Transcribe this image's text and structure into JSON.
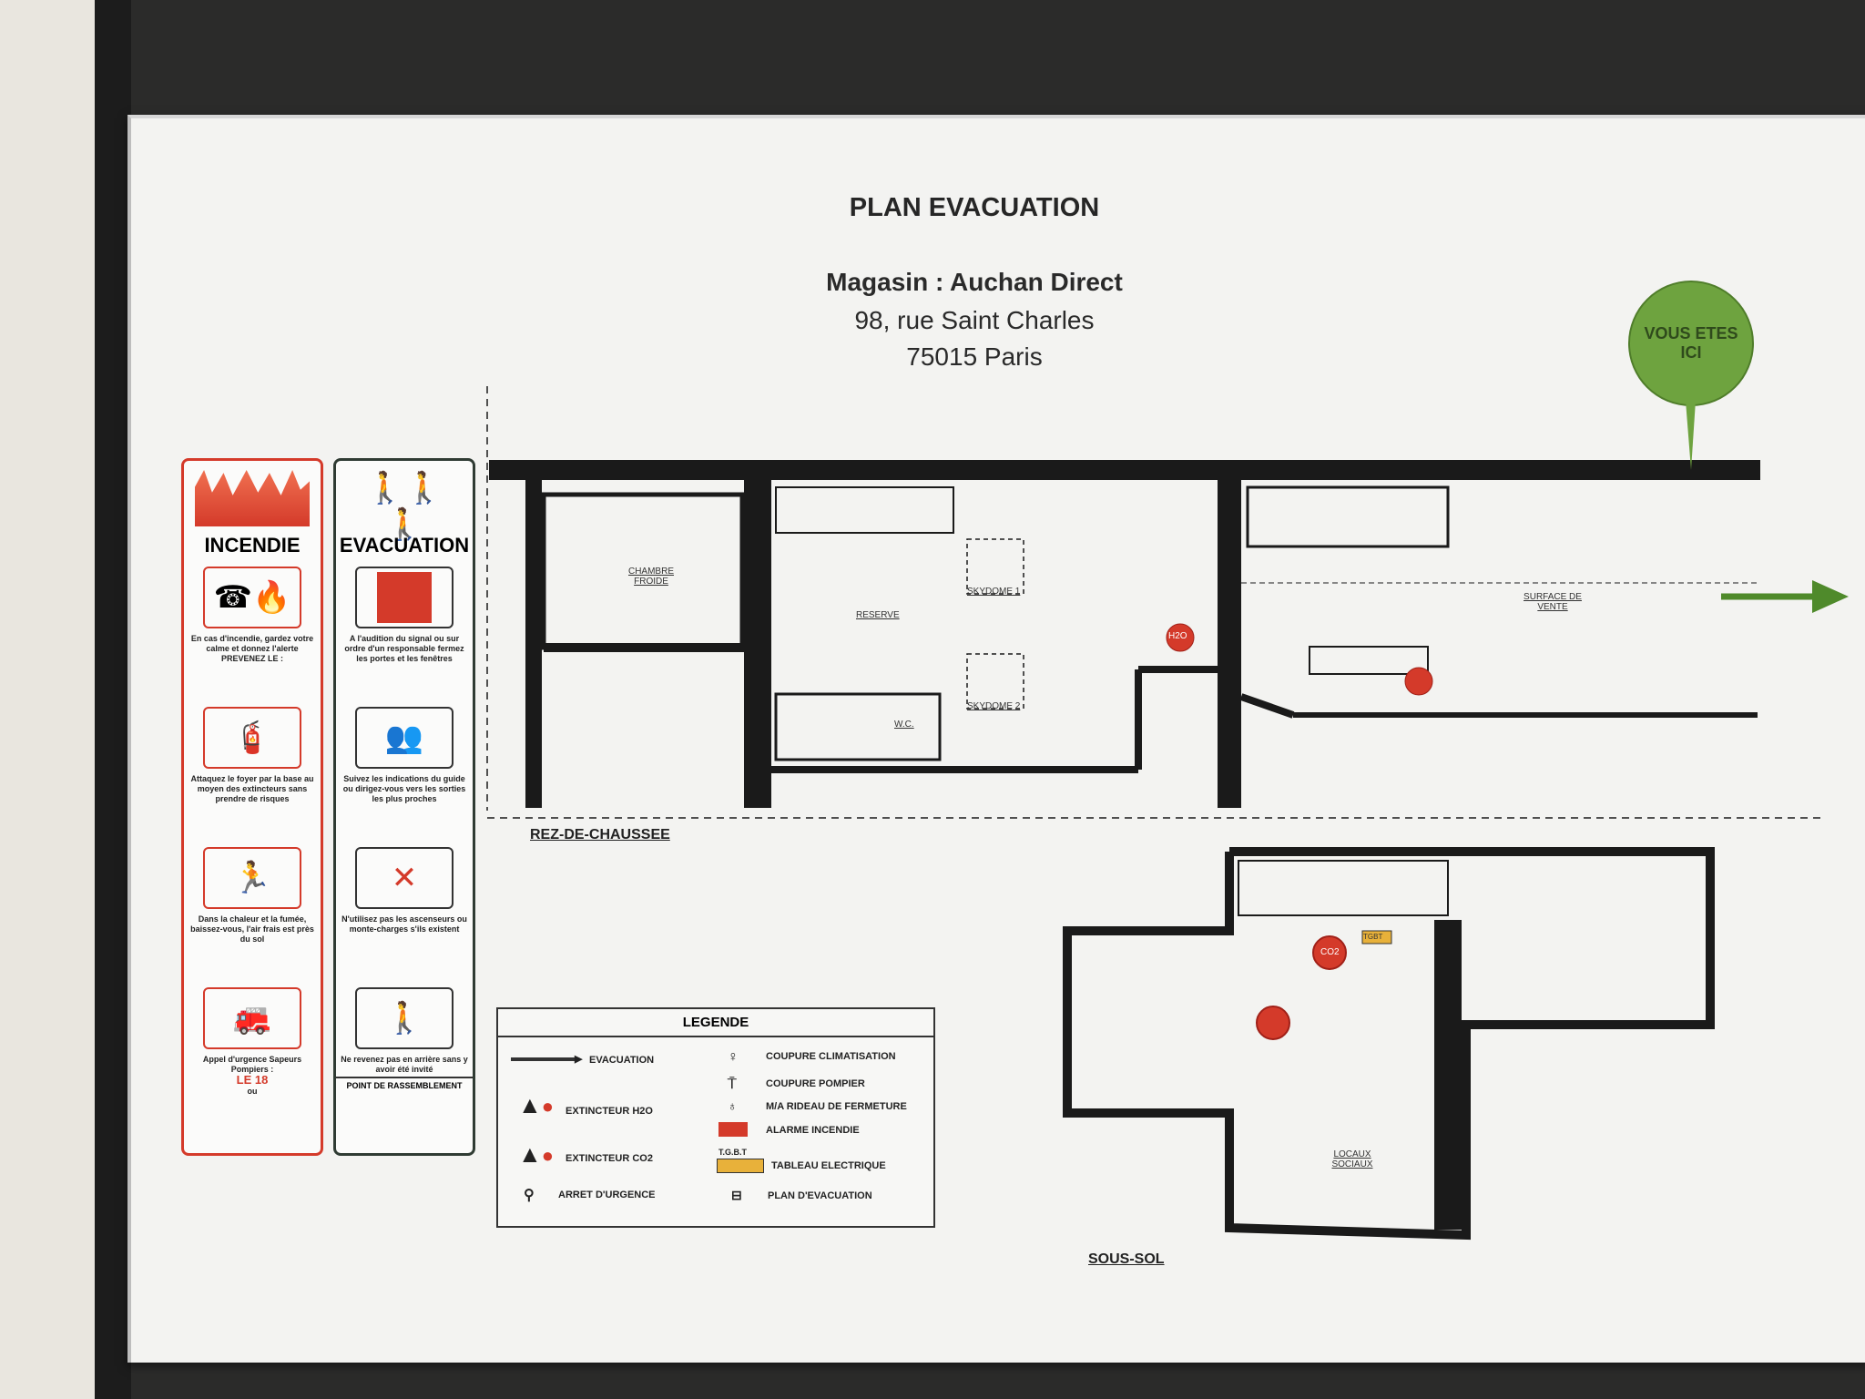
{
  "header": {
    "title": "PLAN EVACUATION",
    "store": "Magasin : Auchan Direct",
    "street": "98, rue Saint Charles",
    "city": "75015 Paris"
  },
  "you_are_here": {
    "line1": "VOUS ETES",
    "line2": "ICI"
  },
  "incendie": {
    "title": "INCENDIE",
    "steps": [
      "En cas d'incendie, gardez votre calme et donnez l'alerte",
      "Attaquez le foyer par la base au moyen des extincteurs sans prendre de risques",
      "Dans la chaleur et la fumée, baissez-vous, l'air frais est près du sol",
      "Appel d'urgence Sapeurs Pompiers :"
    ],
    "prevenez": "PREVENEZ LE :",
    "emergency_number": "LE 18",
    "ou": "ou"
  },
  "evacuation": {
    "title": "EVACUATION",
    "steps": [
      "A l'audition du signal ou sur ordre d'un responsable fermez les portes et les fenêtres",
      "Suivez les indications du guide ou dirigez-vous vers les sorties les plus proches",
      "N'utilisez pas les ascenseurs ou monte-charges s'ils existent",
      "Ne revenez pas en arrière sans y avoir été invité"
    ],
    "footer": "POINT DE RASSEMBLEMENT"
  },
  "plan": {
    "ground_floor_label": "REZ-DE-CHAUSSEE",
    "basement_label": "SOUS-SOL",
    "rooms": {
      "chambre_froide": "CHAMBRE FROIDE",
      "reserve": "RESERVE",
      "skydome1": "SKYDOME 1",
      "skydome2": "SKYDOME 2",
      "wc": "W.C.",
      "surface_vente": "SURFACE DE VENTE",
      "locaux_sociaux": "LOCAUX SOCIAUX"
    },
    "markers": {
      "h2o": "H2O",
      "co2": "CO2",
      "tgbt": "TGBT"
    }
  },
  "legend": {
    "title": "LEGENDE",
    "items_left": [
      "EVACUATION",
      "EXTINCTEUR H2O",
      "EXTINCTEUR CO2",
      "ARRET D'URGENCE"
    ],
    "items_right": [
      "COUPURE CLIMATISATION",
      "COUPURE POMPIER",
      "M/A RIDEAU DE FERMETURE",
      "ALARME INCENDIE",
      "TABLEAU ELECTRIQUE",
      "PLAN D'EVACUATION"
    ],
    "tgbt": "T.G.B.T"
  },
  "colors": {
    "red": "#d43a2a",
    "green": "#6ea33f",
    "evac_green": "#4f8a2b",
    "panel_green": "#2f3b33"
  }
}
